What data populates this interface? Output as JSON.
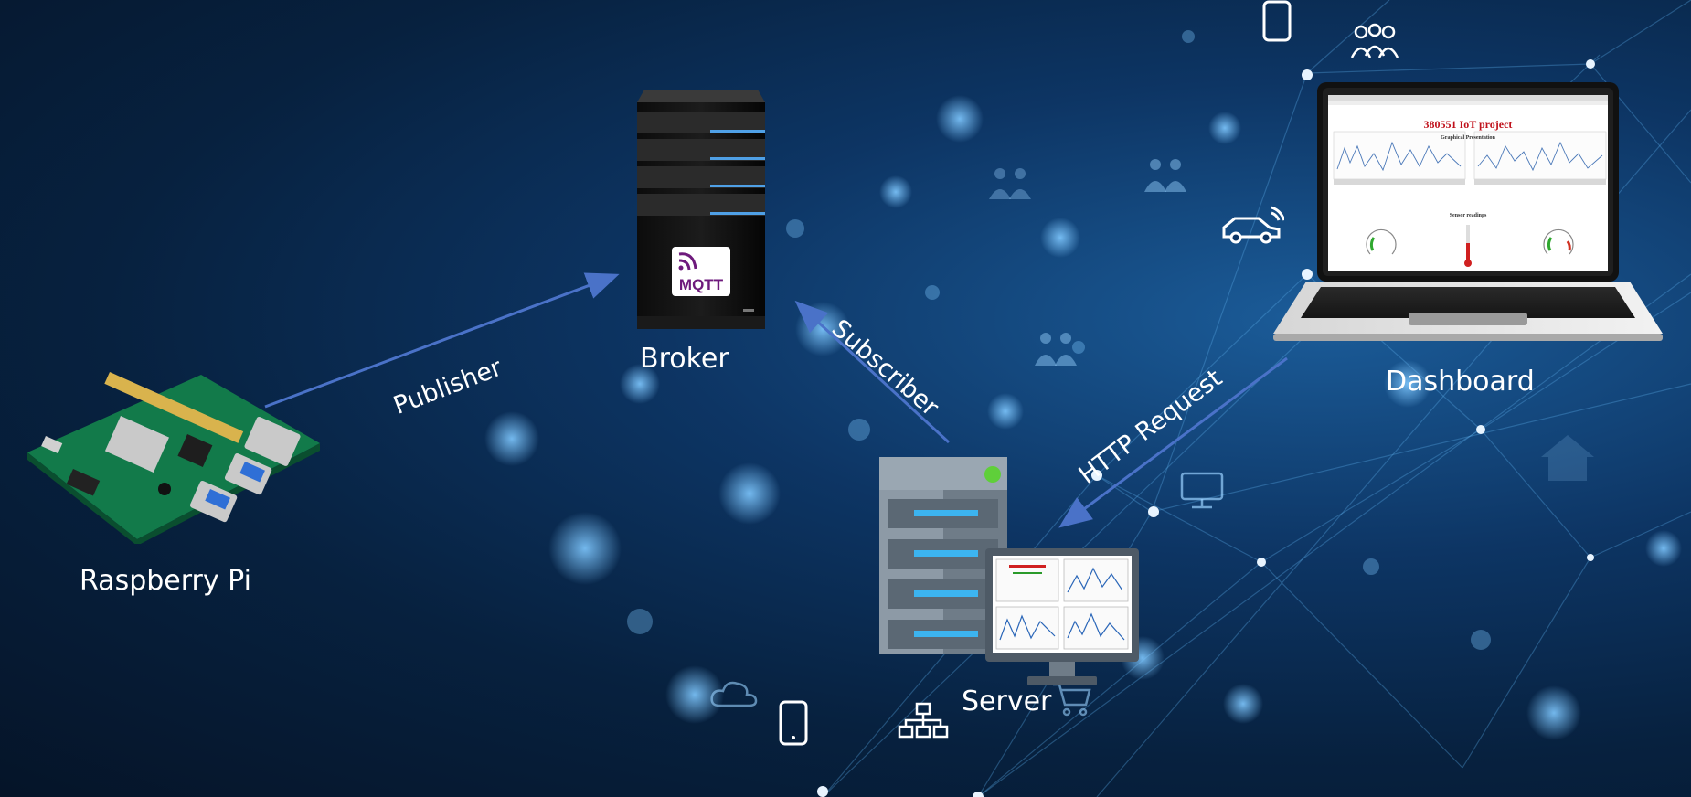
{
  "nodes": {
    "raspberry_pi": "Raspberry Pi",
    "broker": "Broker",
    "server": "Server",
    "dashboard": "Dashboard"
  },
  "edges": {
    "publisher": "Publisher",
    "subscriber": "Subscriber",
    "http_request": "HTTP Request"
  },
  "broker_badge": "MQTT",
  "dashboard_screen": {
    "title": "380551   IoT project",
    "subtitle": "Graphical Presentation",
    "section": "Sensor readings"
  },
  "colors": {
    "arrow": "#4a72c8",
    "background": "#07213f",
    "mqtt_purple": "#6e1a7c",
    "dashboard_title": "#c0111b"
  },
  "icons": [
    "people-icon",
    "car-icon",
    "phone-icon",
    "monitor-icon",
    "cloud-icon",
    "network-icon",
    "cart-icon",
    "home-icon"
  ]
}
